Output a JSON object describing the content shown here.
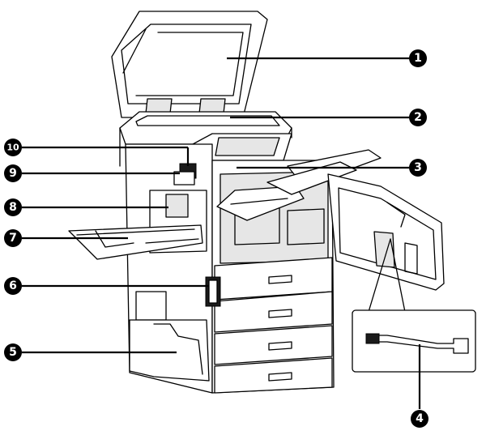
{
  "callouts": [
    {
      "id": "callout-1",
      "label": "1"
    },
    {
      "id": "callout-2",
      "label": "2"
    },
    {
      "id": "callout-3",
      "label": "3"
    },
    {
      "id": "callout-4",
      "label": "4"
    },
    {
      "id": "callout-5",
      "label": "5"
    },
    {
      "id": "callout-6",
      "label": "6"
    },
    {
      "id": "callout-7",
      "label": "7"
    },
    {
      "id": "callout-8",
      "label": "8"
    },
    {
      "id": "callout-9",
      "label": "9"
    },
    {
      "id": "callout-10",
      "label": "10"
    }
  ],
  "colors": {
    "ink": "#000000",
    "paper": "#ffffff",
    "shade": "#e6e6e6"
  }
}
